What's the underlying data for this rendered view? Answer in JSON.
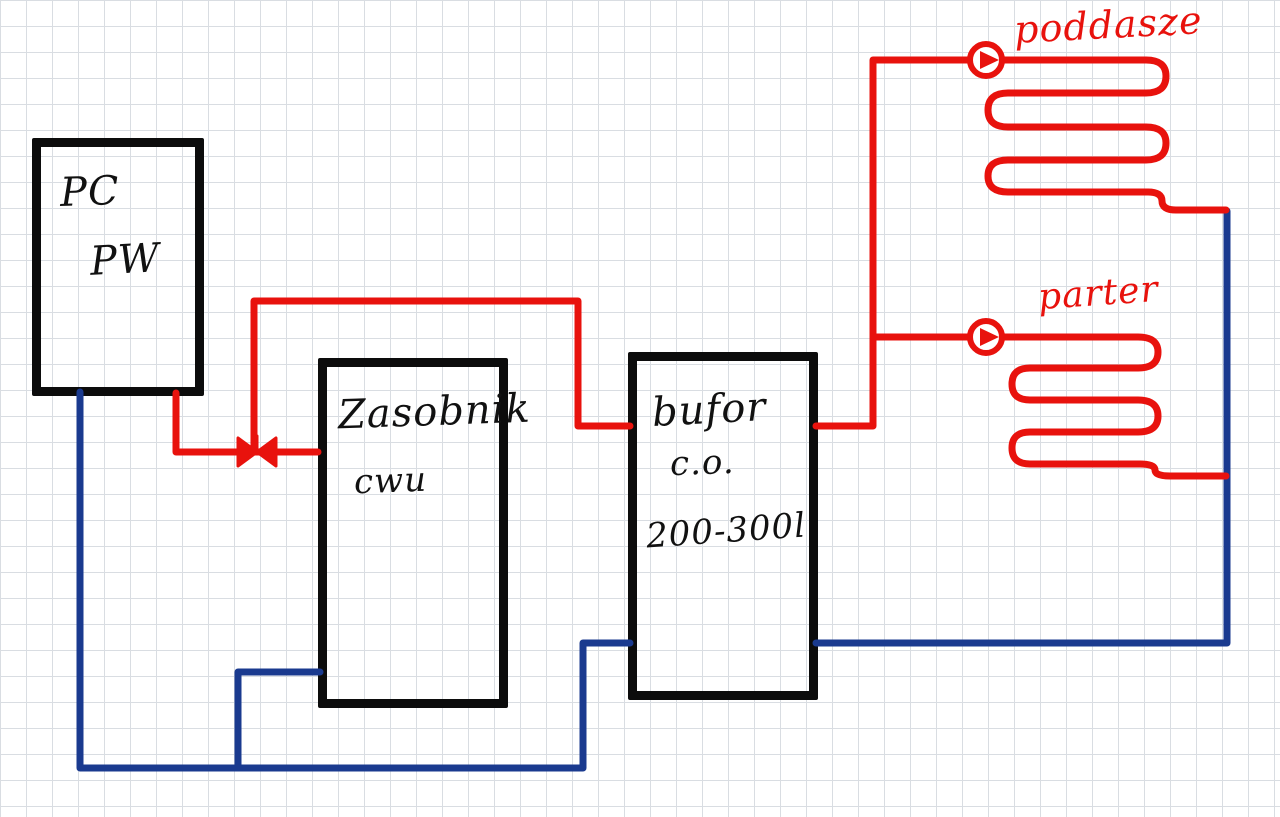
{
  "diagram": {
    "boxes": {
      "heat_pump": {
        "line1": "PC",
        "line2": "PW"
      },
      "dhw_tank": {
        "line1": "Zasobnik",
        "line2": "cwu"
      },
      "buffer": {
        "line1": "bufor",
        "line2": "c.o.",
        "line3": "200-300l"
      }
    },
    "loops": {
      "attic_label": "poddasze",
      "ground_floor_label": "parter"
    },
    "colors": {
      "supply_pipe": "#e8120d",
      "return_pipe": "#1a3a8f",
      "box_border": "#0c0c0c",
      "grid_line": "#d9dde2",
      "background": "#ffffff"
    }
  }
}
